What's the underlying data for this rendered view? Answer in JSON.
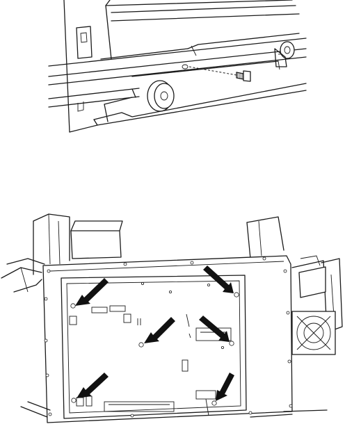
{
  "figure": {
    "panels": [
      {
        "id": "rail-detail",
        "callouts": 1
      },
      {
        "id": "rear-panel",
        "callouts": 6
      }
    ],
    "colors": {
      "line": "#1a1a1a",
      "arrow": "#111111",
      "background": "#ffffff"
    }
  }
}
